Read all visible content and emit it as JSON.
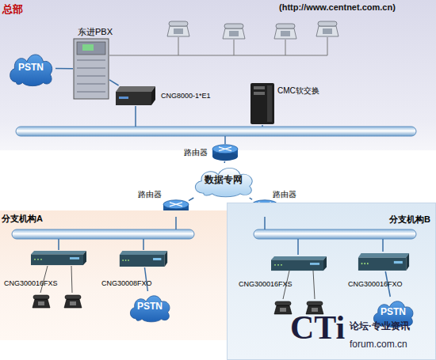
{
  "diagram": {
    "nodes": [
      {
        "text": [
          "总部"
        ]
      },
      {
        "text": [
          "PSTN"
        ],
        "in": 0
      },
      {
        "text": [
          "东进PBX"
        ],
        "in": 0
      },
      {
        "text": [
          "CNG8000-1*E1"
        ],
        "in": 0
      },
      {
        "text": [
          "CMC软交换"
        ],
        "in": 0
      },
      {
        "text": [
          "路由器"
        ]
      },
      {
        "text": [
          "数据专网"
        ]
      },
      {
        "text": [
          "路由器"
        ]
      },
      {
        "text": [
          "路由器"
        ]
      },
      {
        "text": [
          "分支机构A"
        ]
      },
      {
        "text": [
          "CNG300016FXS"
        ],
        "in": 9
      },
      {
        "text": [
          "CNG30008FXO"
        ],
        "in": 9
      },
      {
        "text": [
          "PSTN"
        ],
        "in": 9
      },
      {
        "text": [
          "分支机构B"
        ]
      },
      {
        "text": [
          "CNG300016FXS"
        ],
        "in": 13
      },
      {
        "text": [
          "CNG300016FXO"
        ],
        "in": 13
      },
      {
        "text": [
          "PSTN"
        ],
        "in": 13
      }
    ],
    "edges": [
      {
        "from": 1,
        "to": 2,
        "arrow": "none"
      },
      {
        "from": 2,
        "to": 3,
        "arrow": "none"
      },
      {
        "from": 5,
        "to": 6,
        "arrow": "none"
      },
      {
        "from": 6,
        "to": 7,
        "arrow": "none"
      },
      {
        "from": 6,
        "to": 8,
        "arrow": "none"
      },
      {
        "from": 11,
        "to": 12,
        "arrow": "none"
      },
      {
        "from": 15,
        "to": 16,
        "arrow": "none"
      }
    ],
    "labels": [
      "(http://www.centnet.com.cn)",
      "CTi",
      "论坛·专业资讯",
      "forum.com.cn"
    ]
  }
}
